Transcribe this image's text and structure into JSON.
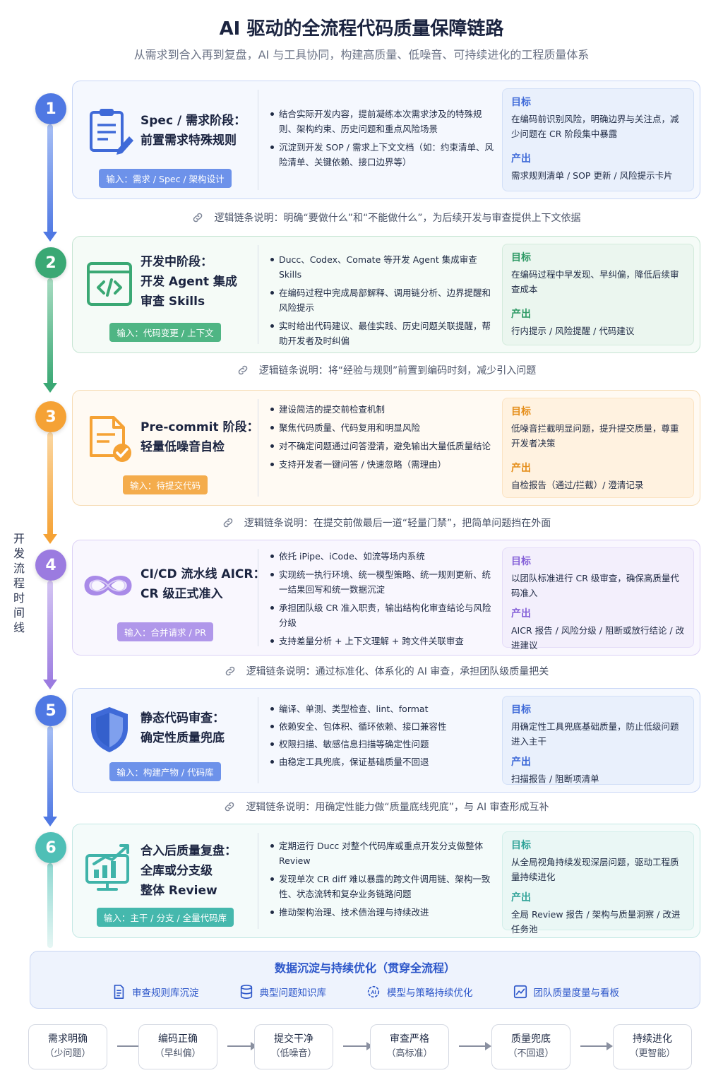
{
  "header": {
    "title": "AI 驱动的全流程代码质量保障链路",
    "subtitle": "从需求到合入再到复盘，AI 与工具协同，构建高质量、低噪音、可持续进化的工程质量体系"
  },
  "timeline_label": "开发流程时间线",
  "colors": {
    "blue": "#4f78e3",
    "green": "#3aa874",
    "orange": "#f5a235",
    "purple": "#9b7be0",
    "teal": "#4fbfb6"
  },
  "stages": [
    {
      "num": "1",
      "title_line1": "Spec / 需求阶段：",
      "title_line2": "前置需求特殊规则",
      "title_line3": "",
      "input": "输入：需求 / Spec / 架构设计",
      "bullets": [
        "结合实际开发内容，提前凝练本次需求涉及的特殊规则、架构约束、历史问题和重点风险场景",
        "沉淀到开发 SOP / 需求上下文文档（如：约束清单、风险清单、关键依赖、接口边界等）"
      ],
      "goal_label": "目标",
      "goal": "在编码前识别风险，明确边界与关注点，减少问题在 CR 阶段集中暴露",
      "output_label": "产出",
      "output": "需求规则清单 / SOP 更新 / 风险提示卡片",
      "icon": "clipboard-icon"
    },
    {
      "num": "2",
      "title_line1": "开发中阶段：",
      "title_line2": "开发 Agent 集成",
      "title_line3": "审查 Skills",
      "input": "输入：代码变更 / 上下文",
      "bullets": [
        "Ducc、Codex、Comate 等开发 Agent 集成审查 Skills",
        "在编码过程中完成局部解释、调用链分析、边界提醒和风险提示",
        "实时给出代码建议、最佳实践、历史问题关联提醒，帮助开发者及时纠偏"
      ],
      "goal_label": "目标",
      "goal": "在编码过程中早发现、早纠偏，降低后续审查成本",
      "output_label": "产出",
      "output": "行内提示 / 风险提醒 / 代码建议",
      "icon": "code-window-icon"
    },
    {
      "num": "3",
      "title_line1": "Pre-commit 阶段：",
      "title_line2": "轻量低噪音自检",
      "title_line3": "",
      "input": "输入：待提交代码",
      "bullets": [
        "建设简洁的提交前检查机制",
        "聚焦代码质量、代码复用和明显风险",
        "对不确定问题通过问答澄清，避免输出大量低质量结论",
        "支持开发者一键问答 / 快速忽略（需理由）"
      ],
      "goal_label": "目标",
      "goal": "低噪音拦截明显问题，提升提交质量，尊重开发者决策",
      "output_label": "产出",
      "output": "自检报告（通过/拦截）/ 澄清记录",
      "icon": "document-check-icon"
    },
    {
      "num": "4",
      "title_line1": "CI/CD 流水线 AICR：",
      "title_line2": "CR 级正式准入",
      "title_line3": "",
      "input": "输入：合并请求 / PR",
      "bullets": [
        "依托 iPipe、iCode、如流等场内系统",
        "实现统一执行环境、统一模型策略、统一规则更新、统一结果回写和统一数据沉淀",
        "承担团队级 CR 准入职责，输出结构化审查结论与风险分级",
        "支持差量分析 + 上下文理解 + 跨文件关联审查"
      ],
      "goal_label": "目标",
      "goal": "以团队标准进行 CR 级审查，确保高质量代码准入",
      "output_label": "产出",
      "output": "AICR 报告 / 风险分级 / 阻断或放行结论 / 改进建议",
      "icon": "infinity-icon"
    },
    {
      "num": "5",
      "title_line1": "静态代码审查：",
      "title_line2": "确定性质量兜底",
      "title_line3": "",
      "input": "输入：构建产物 / 代码库",
      "bullets": [
        "编译、单测、类型检查、lint、format",
        "依赖安全、包体积、循环依赖、接口兼容性",
        "权限扫描、敏感信息扫描等确定性问题",
        "由稳定工具兜底，保证基础质量不回退"
      ],
      "goal_label": "目标",
      "goal": "用确定性工具兜底基础质量，防止低级问题进入主干",
      "output_label": "产出",
      "output": "扫描报告 / 阻断项清单",
      "icon": "shield-icon"
    },
    {
      "num": "6",
      "title_line1": "合入后质量复盘：",
      "title_line2": "全库或分支级",
      "title_line3": "整体 Review",
      "input": "输入：主干 / 分支 / 全量代码库",
      "bullets": [
        "定期运行 Ducc 对整个代码库或重点开发分支做整体 Review",
        "发现单次 CR diff 难以暴露的跨文件调用链、架构一致性、状态流转和复杂业务链路问题",
        "推动架构治理、技术债治理与持续改进"
      ],
      "goal_label": "目标",
      "goal": "从全局视角持续发现深层问题，驱动工程质量持续进化",
      "output_label": "产出",
      "output": "全局 Review 报告 / 架构与质量洞察 / 改进任务池",
      "icon": "monitor-chart-icon"
    }
  ],
  "logic_notes": [
    "逻辑链条说明：明确“要做什么”和“不能做什么”，为后续开发与审查提供上下文依据",
    "逻辑链条说明：将“经验与规则”前置到编码时刻，减少引入问题",
    "逻辑链条说明：在提交前做最后一道“轻量门禁”，把简单问题挡在外面",
    "逻辑链条说明：通过标准化、体系化的 AI 审查，承担团队级质量把关",
    "逻辑链条说明：用确定性能力做“质量底线兜底”，与 AI 审查形成互补"
  ],
  "data_panel": {
    "title": "数据沉淀与持续优化（贯穿全流程）",
    "items": [
      {
        "label": "审查规则库沉淀",
        "icon": "document-icon"
      },
      {
        "label": "典型问题知识库",
        "icon": "database-icon"
      },
      {
        "label": "模型与策略持续优化",
        "icon": "ai-gear-icon"
      },
      {
        "label": "团队质量度量与看板",
        "icon": "chart-icon"
      }
    ]
  },
  "flow": [
    {
      "main": "需求明确",
      "sub": "（少问题）"
    },
    {
      "main": "编码正确",
      "sub": "（早纠偏）"
    },
    {
      "main": "提交干净",
      "sub": "（低噪音）"
    },
    {
      "main": "审查严格",
      "sub": "（高标准）"
    },
    {
      "main": "质量兜底",
      "sub": "（不回退）"
    },
    {
      "main": "持续进化",
      "sub": "（更智能）"
    }
  ]
}
